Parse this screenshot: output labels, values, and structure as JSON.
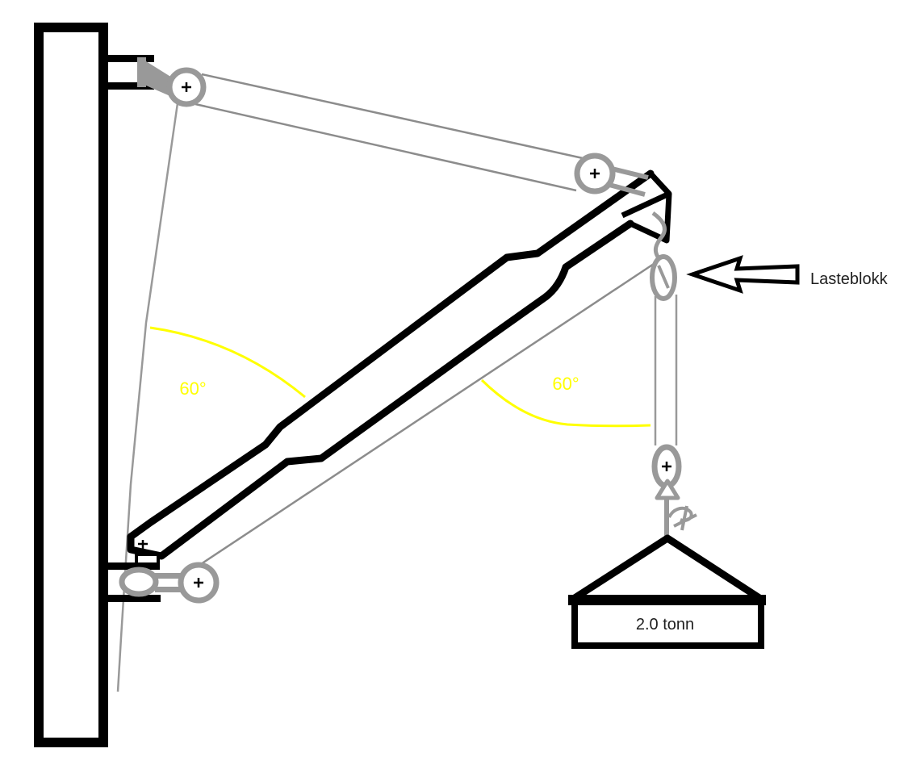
{
  "diagram": {
    "type": "crane-rigging-sketch",
    "labels": {
      "load_block": "Lasteblokk",
      "load_weight": "2.0 tonn",
      "left_angle": "60°",
      "right_angle": "60°"
    },
    "angles": {
      "left_deg": 60,
      "right_deg": 60
    },
    "load": {
      "value": 2.0,
      "unit": "tonn"
    },
    "colors": {
      "outline_black": "#000000",
      "pulley_gray": "#999999",
      "wire_gray": "#8c8c8c",
      "angle_yellow": "#ffff00",
      "text_dark": "#1f1f1f",
      "background": "#ffffff"
    }
  }
}
